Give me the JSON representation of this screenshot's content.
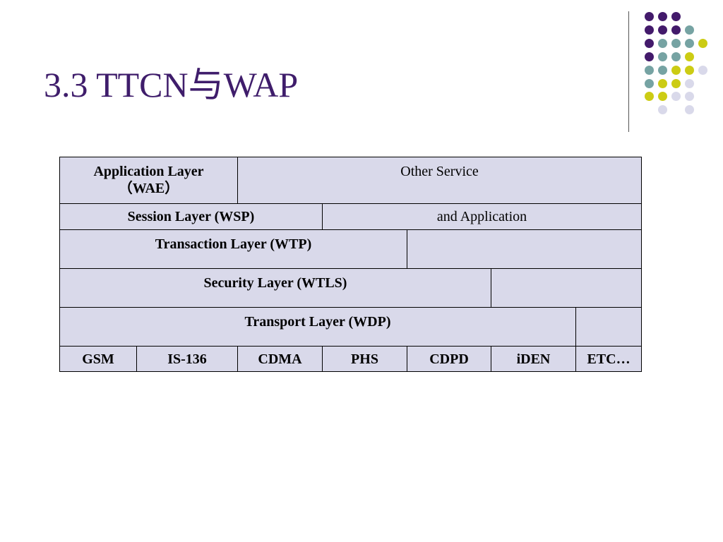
{
  "slide": {
    "title": "3.3 TTCN与WAP"
  },
  "decoration": {
    "dot_colors": {
      "purple": "#431a6b",
      "teal": "#76a3a3",
      "olive": "#cccc14",
      "lavender": "#d9d9ea"
    }
  },
  "table": {
    "application_layer": "Application Layer",
    "application_layer_abbr": "（WAE）",
    "other_service": "Other Service",
    "session_layer": "Session Layer (WSP)",
    "and_application": "and Application",
    "transaction_layer": "Transaction Layer (WTP)",
    "security_layer": "Security Layer (WTLS)",
    "transport_layer": "Transport Layer (WDP)",
    "bearers": [
      "GSM",
      "IS-136",
      "CDMA",
      "PHS",
      "CDPD",
      "iDEN",
      "ETC…"
    ]
  }
}
